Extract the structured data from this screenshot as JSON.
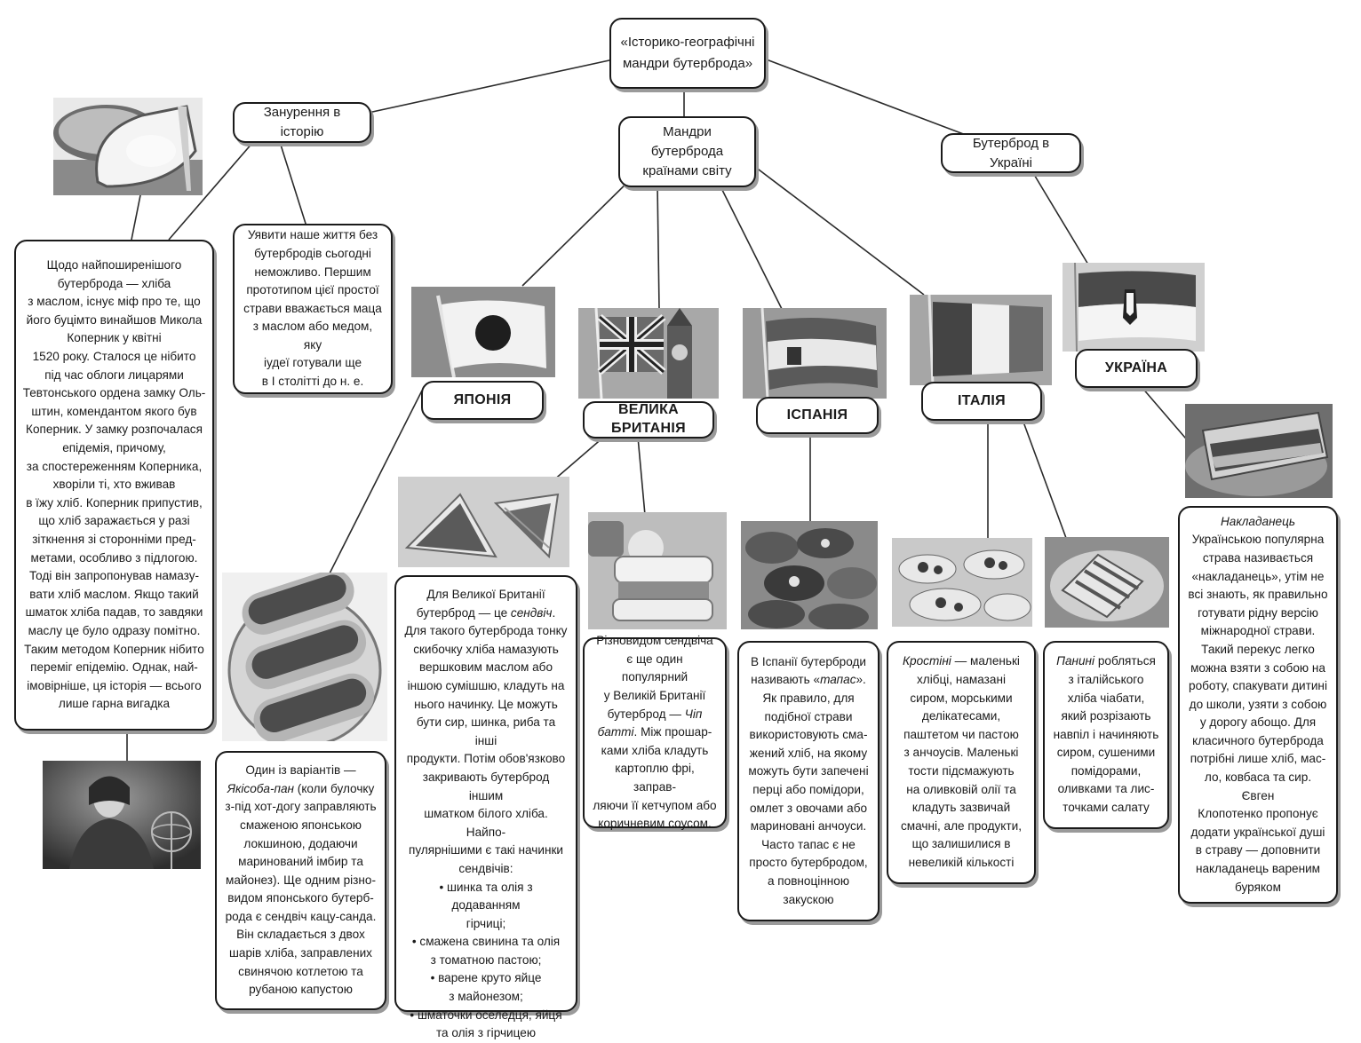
{
  "diagram": {
    "title_line1": "«Історико-географічні",
    "title_line2": "мандри бутерброда»",
    "branches": {
      "history": "Занурення в історію",
      "world_line1": "Мандри бутерброда",
      "world_line2": "країнами світу",
      "ukraine": "Бутерброд в Україні"
    },
    "history_texts": {
      "myth": [
        "Щодо найпоширенішого",
        "бутерброда — хліба",
        "з маслом, існує міф про те, що",
        "його буцімто винайшов Микола",
        "Коперник у квітні",
        "1520 року. Сталося це нібито",
        "під час облоги лицарями",
        "Тевтонського ордена замку Оль-",
        "штин, комендантом якого був",
        "Коперник. У замку розпочалася",
        "епідемія, причому,",
        "за спостереженням Коперника,",
        "хворіли ті, хто вживав",
        "в їжу хліб. Коперник припустив,",
        "що хліб заражається у разі",
        "зіткнення зі сторонніми пред-",
        "метами, особливо з підлогою.",
        "Тоді він запропонував намазу-",
        "вати хліб маслом. Якщо такий",
        "шматок хліба падав, то завдяки",
        "маслу це було одразу помітно.",
        "Таким методом Коперник нібито",
        "переміг епідемію. Однак, най-",
        "імовірніше, ця історія — всього",
        "лише гарна вигадка"
      ],
      "matzah": [
        "Уявити наше життя без",
        "бутербродів сьогодні",
        "неможливо. Першим",
        "прототипом цієї простої",
        "страви вважається маца",
        "з маслом або медом, яку",
        "іудеї готували ще",
        "в I столітті до н. е."
      ]
    },
    "countries": {
      "japan": "ЯПОНІЯ",
      "uk": "ВЕЛИКА БРИТАНІЯ",
      "spain": "ІСПАНІЯ",
      "italy": "ІТАЛІЯ",
      "ukraine": "УКРАЇНА"
    },
    "japan_text": [
      {
        "text": "Один із варіантів —",
        "italic": false
      },
      {
        "text": "Якісоба-пан",
        "italic": true,
        "tail": " (коли булочку"
      },
      {
        "text": "з-під хот-догу заправляють",
        "italic": false
      },
      {
        "text": "смаженою японською",
        "italic": false
      },
      {
        "text": "локшиною, додаючи",
        "italic": false
      },
      {
        "text": "маринований імбир та",
        "italic": false
      },
      {
        "text": "майонез). Ще одним різно-",
        "italic": false
      },
      {
        "text": "видом японського бутерб-",
        "italic": false
      },
      {
        "text": "рода є сендвіч кацу-санда.",
        "italic": false
      },
      {
        "text": "Він складається з двох",
        "italic": false
      },
      {
        "text": "шарів хліба, заправлених",
        "italic": false
      },
      {
        "text": "свинячою котлетою та",
        "italic": false
      },
      {
        "text": "рубаною капустою",
        "italic": false
      }
    ],
    "uk_sandwich": {
      "intro_line1": "Для Великої Британії",
      "intro_line2_pre": "бутерброд — це ",
      "intro_line2_em": "сендвіч",
      "intro_line2_post": ".",
      "body": [
        "Для такого бутерброда тонку",
        "скибочку хліба намазують",
        "вершковим маслом або",
        "іншою сумішшю, кладуть на",
        "нього начинку. Це можуть",
        "бути сир, шинка, риба та інші",
        "продукти. Потім обов'язково",
        "закривають бутерброд іншим",
        "шматком білого хліба. Найпо-",
        "пулярнішими є такі начинки",
        "сендвічів:"
      ],
      "fillings": [
        [
          "• шинка та олія з додаванням",
          "гірчиці;"
        ],
        [
          "• смажена свинина та олія",
          "з томатною пастою;"
        ],
        [
          "• варене круто яйце",
          "з майонезом;"
        ],
        [
          "• шматочки оселедця, яйця",
          "та олія з гірчицею"
        ]
      ]
    },
    "uk_chip": {
      "lines_pre": [
        "Різновидом сендвіча",
        "є ще один популярний",
        "у Великій Британії"
      ],
      "em_line_pre": "бутерброд — ",
      "em_word1": "Чіп",
      "em_word2": "батті",
      "em_line_post": ". Між прошар-",
      "lines_post": [
        "ками хліба кладуть",
        "картоплю фрі, заправ-",
        "ляючи її кетчупом або",
        "коричневим соусом."
      ]
    },
    "spain_text": {
      "line1": "В Іспанії бутерброди",
      "line2_pre": "називають «",
      "line2_em": "тапас",
      "line2_post": "».",
      "rest": [
        "Як правило, для",
        "подібної страви",
        "використовують сма-",
        "жений хліб, на якому",
        "можуть бути запечені",
        "перці або помідори,",
        "омлет з овочами або",
        "мариновані анчоуси.",
        "Часто тапас є не",
        "просто бутербродом,",
        "а повноцінною",
        "закускою"
      ]
    },
    "crostini_text": {
      "em": "Кростіні",
      "first_post": " — маленькі",
      "rest": [
        "хлібці, намазані",
        "сиром, морськими",
        "делікатесами,",
        "паштетом чи пастою",
        "з анчоусів. Маленькі",
        "тости підсмажують",
        "на оливковій олії та",
        "кладуть зазвичай",
        "смачні, але продукти,",
        "що залишилися в",
        "невеликій кількості"
      ]
    },
    "panini_text": {
      "em": "Панині",
      "first_post": " робляться",
      "rest": [
        "з італійського",
        "хліба чіабати,",
        "який розрізають",
        "навпіл і начиняють",
        "сиром, сушеними",
        "помідорами,",
        "оливками та лис-",
        "точками салату"
      ]
    },
    "ukraine_text": {
      "em": "Накладанець",
      "rest": [
        "Українською популярна",
        "страва називається",
        "«накладанець», утім не",
        "всі знають, як правильно",
        "готувати рідну версію",
        "міжнародної страви.",
        "Такий перекус легко",
        "можна взяти з собою на",
        "роботу, спакувати дитині",
        "до школи, узяти з собою",
        "у дорогу абощо. Для",
        "класичного бутерброда",
        "потрібні лише хліб, мас-",
        "ло, ковбаса та сир. Євген",
        "Клопотенко пропонує",
        "додати української душі",
        "в страву — доповнити",
        "накладанець вареним",
        "буряком"
      ]
    },
    "colors": {
      "border": "#1a1a1a",
      "shadow": "#9a9a9a",
      "photo_dark": "#3a3a3a",
      "photo_light": "#d8d8d8"
    },
    "icons": {
      "photos": [
        "bread-butter-photo",
        "copernicus-portrait",
        "hotdog-yakisoba-photo",
        "japan-flag-photo",
        "uk-flag-bigben-photo",
        "spain-flag-photo",
        "italy-flag-photo",
        "ukraine-flag-photo",
        "sandwich-photo",
        "chip-butty-photo",
        "tapas-photo",
        "crostini-photo",
        "panini-photo",
        "nakladanets-photo"
      ]
    }
  }
}
